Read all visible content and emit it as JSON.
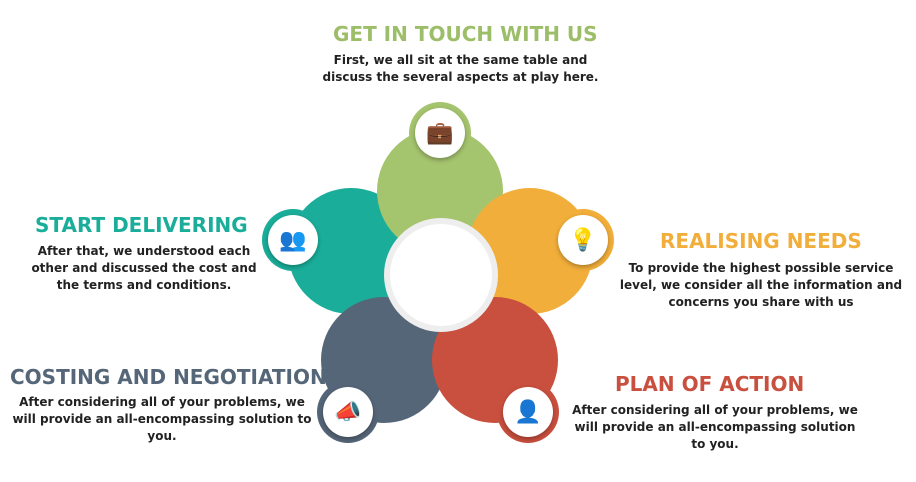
{
  "colors": {
    "green": "#A5C46E",
    "teal": "#1AAE9A",
    "orange": "#F2AE3A",
    "slate": "#566679",
    "red": "#C94F3E"
  },
  "steps": [
    {
      "title": "GET IN TOUCH WITH US",
      "desc": "First, we all sit at the same table and discuss the several aspects at play here.",
      "icon": "briefcase-icon"
    },
    {
      "title": "REALISING NEEDS",
      "desc": "To provide the highest possible service level, we consider all the information and concerns you share with us",
      "icon": "lightbulb-icon"
    },
    {
      "title": "PLAN OF ACTION",
      "desc": "After considering all of your problems, we will provide an all-encompassing solution to you.",
      "icon": "person-idea-icon"
    },
    {
      "title": "COSTING AND NEGOTIATION",
      "desc": "After considering all of your problems, we will provide an all-encompassing solution to you.",
      "icon": "megaphone-discount-icon"
    },
    {
      "title": "START DELIVERING",
      "desc": "After that, we understood each other and discussed the cost and the terms and conditions.",
      "icon": "delivery-team-icon"
    }
  ]
}
